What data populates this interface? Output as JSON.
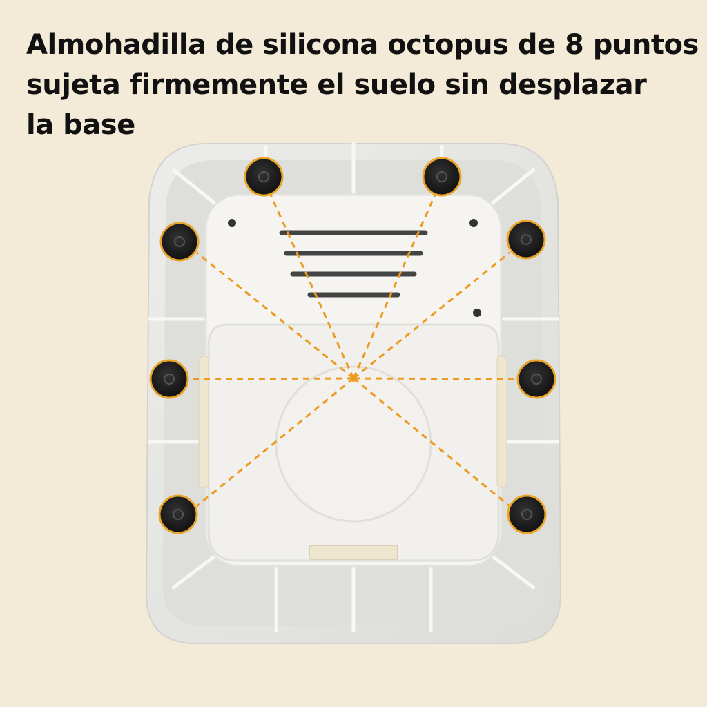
{
  "headline": {
    "lines": [
      "Almohadilla de silicona octopus de 8 puntos",
      "sujeta firmemente el suelo sin desplazar",
      "la base"
    ]
  },
  "colors": {
    "background": "#f3ead7",
    "shell": "#e7e7e4",
    "inner_panel": "#f6f5f1",
    "pad": "#1c1c1c",
    "pad_ring": "#e9a52a",
    "connector_line": "#ee9a1e"
  },
  "illustration": {
    "subject": "underside of device base",
    "pad_count": 8
  }
}
